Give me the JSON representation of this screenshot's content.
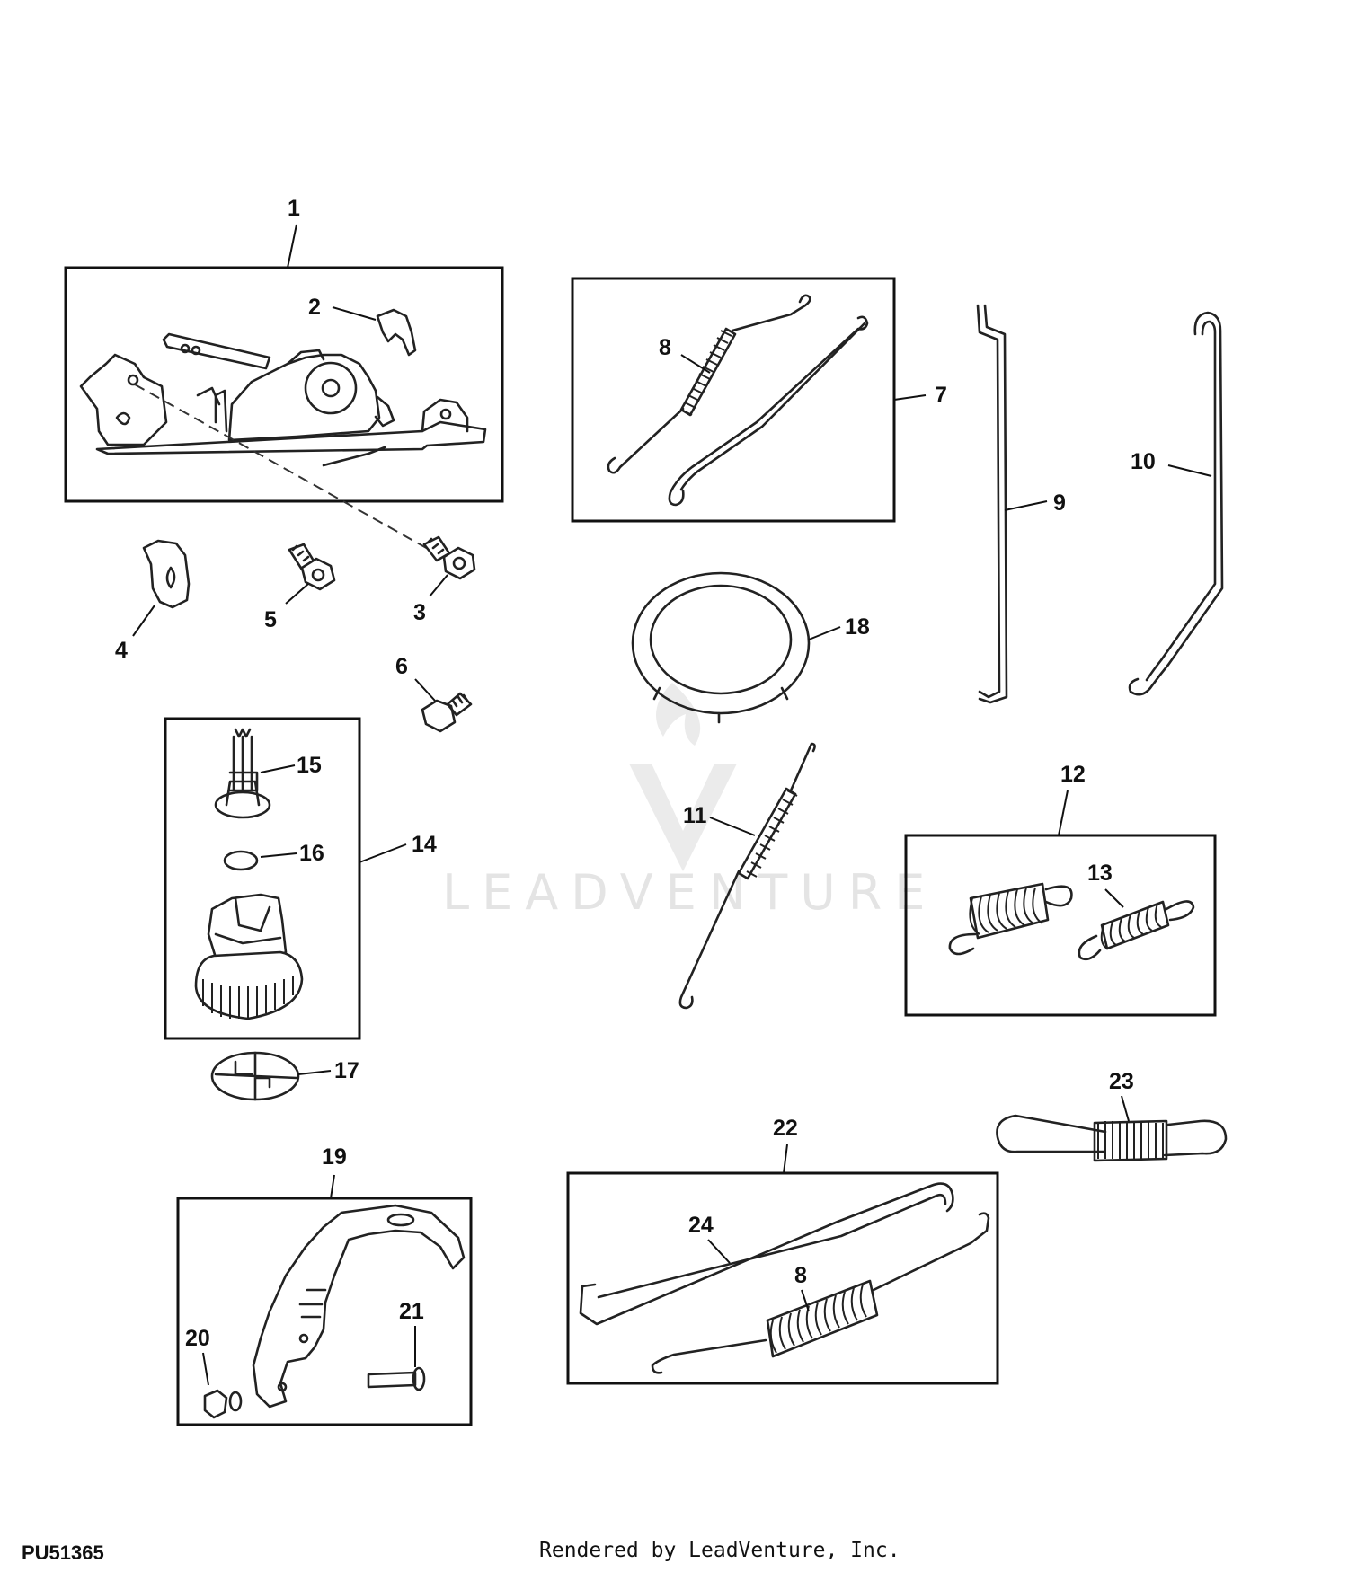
{
  "figure_id": "PU51365",
  "footer_credit": "Rendered by LeadVenture, Inc.",
  "watermark_text": "LEADVENTURE",
  "callouts": [
    "1",
    "2",
    "3",
    "4",
    "5",
    "6",
    "7",
    "8",
    "9",
    "10",
    "11",
    "12",
    "13",
    "14",
    "15",
    "16",
    "17",
    "18",
    "19",
    "20",
    "21",
    "22",
    "23",
    "24",
    "8"
  ]
}
